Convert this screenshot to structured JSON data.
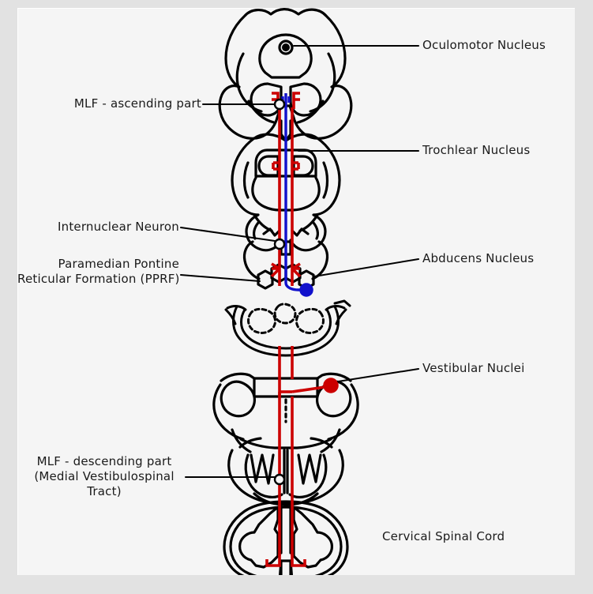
{
  "figure": {
    "title": "Medial Longitudinal Fasciculus (MLF) pathway diagram",
    "background_outer": "#e2e2e2",
    "background_panel": "#f5f5f5",
    "ink_color": "#000000",
    "tract_red": "#cc0000",
    "tract_blue": "#1111cc"
  },
  "labels": {
    "oculomotor_nucleus": "Oculomotor Nucleus",
    "mlf_ascending": "MLF - ascending part",
    "trochlear_nucleus": "Trochlear Nucleus",
    "internuclear_neuron": "Internuclear Neuron",
    "pprf_line1": "Paramedian Pontine",
    "pprf_line2": "Reticular Formation (PPRF)",
    "abducens_nucleus": "Abducens Nucleus",
    "vestibular_nuclei": "Vestibular Nuclei",
    "mlf_descending_line1": "MLF - descending part",
    "mlf_descending_line2": "(Medial Vestibulospinal",
    "mlf_descending_line3": "Tract)",
    "cervical_spinal_cord": "Cervical Spinal Cord"
  },
  "sections": [
    {
      "name": "midbrain",
      "label": "Oculomotor Nucleus",
      "side": "right"
    },
    {
      "name": "pons-upper",
      "label": "Trochlear Nucleus",
      "side": "right"
    },
    {
      "name": "pons-lower",
      "label": "Abducens Nucleus",
      "side": "right"
    },
    {
      "name": "medulla-upper",
      "label": "",
      "side": "none"
    },
    {
      "name": "medulla-lower",
      "label": "Vestibular Nuclei",
      "side": "right"
    },
    {
      "name": "spinal-cord",
      "label": "Cervical Spinal Cord",
      "side": "right"
    }
  ],
  "markers": {
    "internuclear_neuron_marker": "open-circle",
    "abducens_motor_neuron_marker": "filled-blue-circle",
    "vestibular_neuron_marker": "filled-red-circle",
    "pprf_marker": "open-polygon"
  }
}
